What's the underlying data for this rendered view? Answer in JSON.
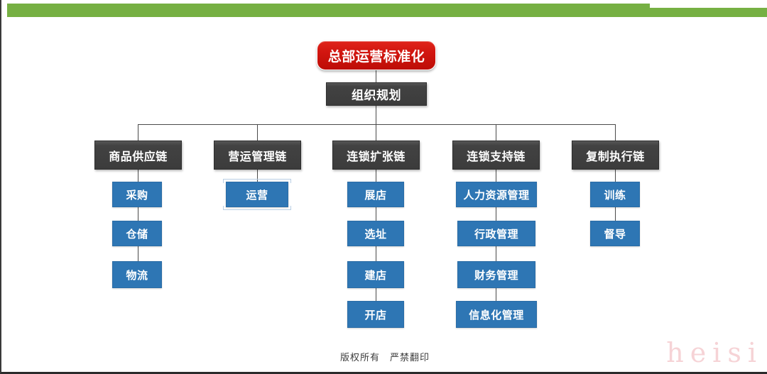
{
  "header": {
    "bar_color": "#76b043",
    "accent_tail_color": "#76b043"
  },
  "palette": {
    "root_red": "#d21610",
    "branch_dark": "#3c3c3c",
    "leaf_blue": "#2e76b4",
    "connector": "#4a4a4a",
    "watermark": "#f6d3d6"
  },
  "chart_data": {
    "type": "diagram",
    "title": "总部运营标准化",
    "root": {
      "label": "总部运营标准化",
      "style": "red-rounded"
    },
    "subroot": {
      "label": "组织规划",
      "style": "dark"
    },
    "branches": [
      {
        "label": "商品供应链",
        "leaves": [
          {
            "label": "采购"
          },
          {
            "label": "仓储"
          },
          {
            "label": "物流"
          }
        ]
      },
      {
        "label": "营运管理链",
        "leaves": [
          {
            "label": "运营",
            "selected": true
          }
        ]
      },
      {
        "label": "连锁扩张链",
        "leaves": [
          {
            "label": "展店"
          },
          {
            "label": "选址"
          },
          {
            "label": "建店"
          },
          {
            "label": "开店"
          }
        ]
      },
      {
        "label": "连锁支持链",
        "leaves": [
          {
            "label": "人力资源管理"
          },
          {
            "label": "行政管理"
          },
          {
            "label": "财务管理"
          },
          {
            "label": "信息化管理"
          }
        ]
      },
      {
        "label": "复制执行链",
        "leaves": [
          {
            "label": "训练"
          },
          {
            "label": "督导"
          }
        ]
      }
    ]
  },
  "footer": {
    "copyright": "版权所有　严禁翻印",
    "watermark": "heisi"
  }
}
